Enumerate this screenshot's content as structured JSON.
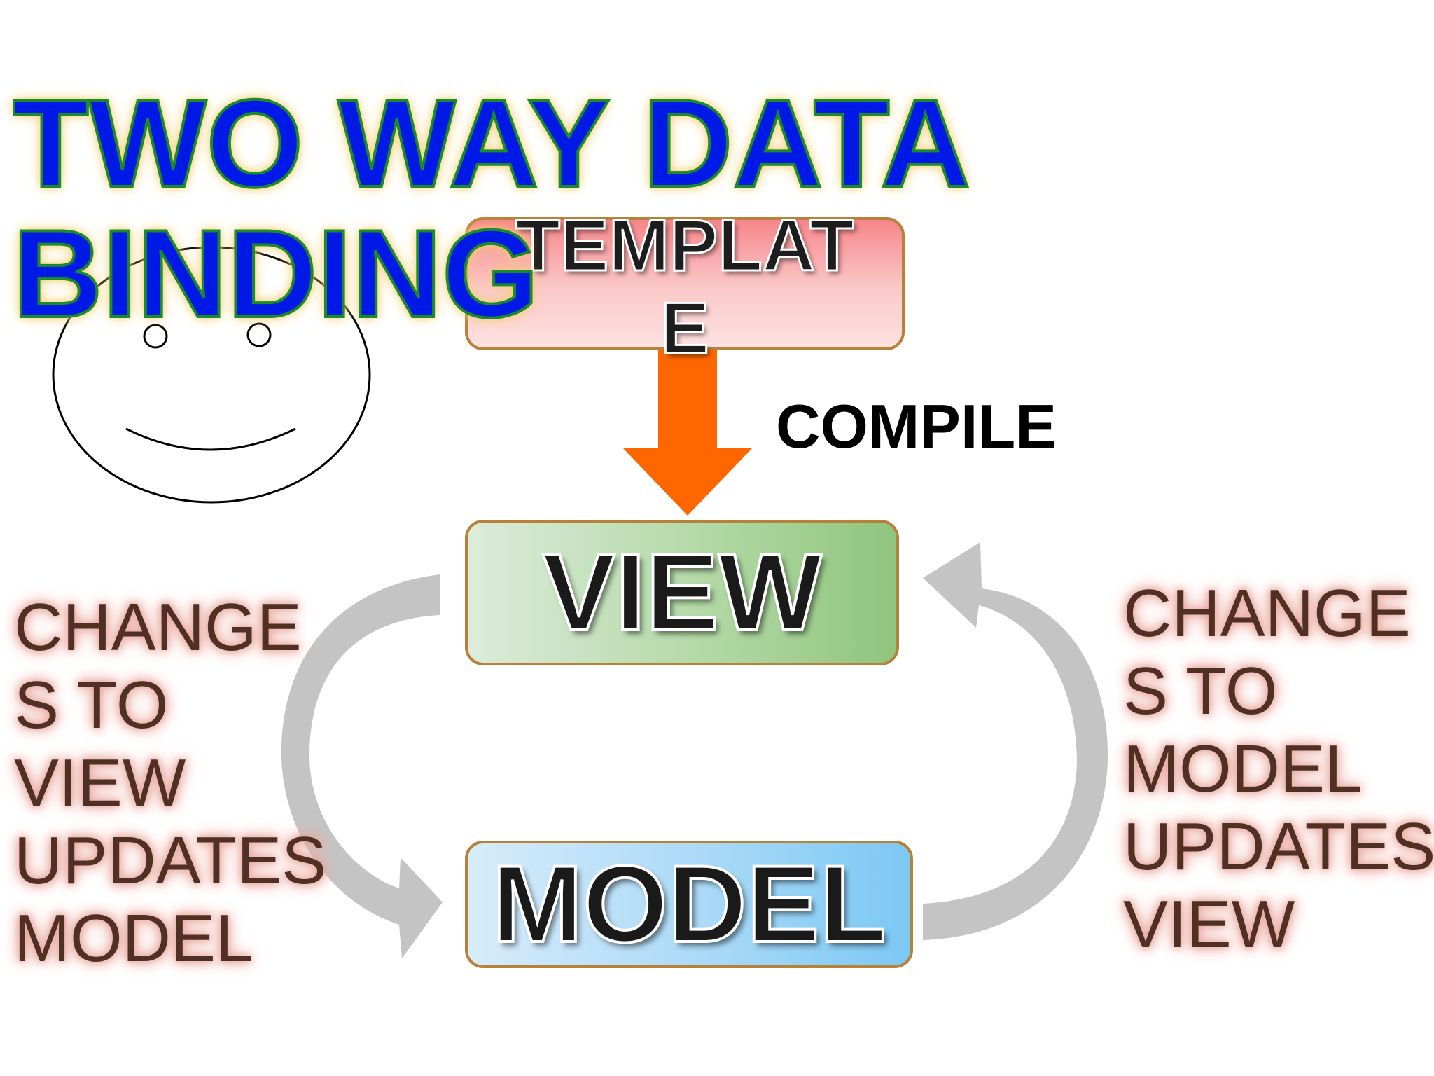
{
  "title": {
    "line1": "TWO WAY DATA",
    "line2": "BINDING"
  },
  "diagram": {
    "template_label": "TEMPLATE",
    "view_label": "VIEW",
    "model_label": "MODEL",
    "compile_label": "COMPILE",
    "left_cycle": [
      "CHANGE",
      "S TO",
      "VIEW",
      "UPDATES",
      "MODEL"
    ],
    "right_cycle": [
      "CHANGE",
      "S TO",
      "MODEL",
      "UPDATES",
      "VIEW"
    ]
  },
  "colors": {
    "title_fill": "#0019e6",
    "title_outline": "#1b8a2a",
    "compile_arrow": "#ff6600",
    "cycle_arrow": "#c4c4c4",
    "box_border": "#b8813a"
  },
  "icons": {
    "doodle": "smiley-face-icon"
  }
}
